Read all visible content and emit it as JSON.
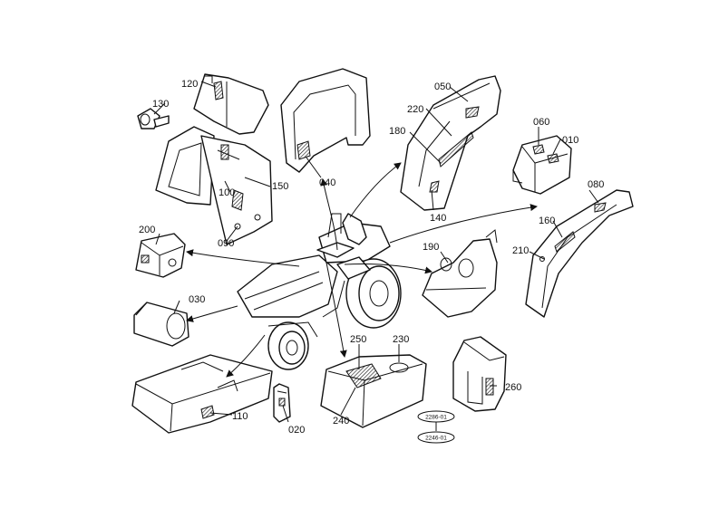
{
  "parts": [
    {
      "id": "p120",
      "number": "120"
    },
    {
      "id": "p130",
      "number": "130"
    },
    {
      "id": "p100",
      "number": "100"
    },
    {
      "id": "p150",
      "number": "150"
    },
    {
      "id": "p090",
      "number": "090"
    },
    {
      "id": "p040",
      "number": "040"
    },
    {
      "id": "p050",
      "number": "050"
    },
    {
      "id": "p220",
      "number": "220"
    },
    {
      "id": "p180",
      "number": "180"
    },
    {
      "id": "p140",
      "number": "140"
    },
    {
      "id": "p060",
      "number": "060"
    },
    {
      "id": "p010",
      "number": "010"
    },
    {
      "id": "p080",
      "number": "080"
    },
    {
      "id": "p160",
      "number": "160"
    },
    {
      "id": "p210",
      "number": "210"
    },
    {
      "id": "p200",
      "number": "200"
    },
    {
      "id": "p190",
      "number": "190"
    },
    {
      "id": "p030",
      "number": "030"
    },
    {
      "id": "p250",
      "number": "250"
    },
    {
      "id": "p230",
      "number": "230"
    },
    {
      "id": "p240",
      "number": "240"
    },
    {
      "id": "p260",
      "number": "260"
    },
    {
      "id": "p110",
      "number": "110"
    },
    {
      "id": "p020",
      "number": "020"
    }
  ],
  "stamps": {
    "upper": "2286-01",
    "lower": "2246-01"
  }
}
